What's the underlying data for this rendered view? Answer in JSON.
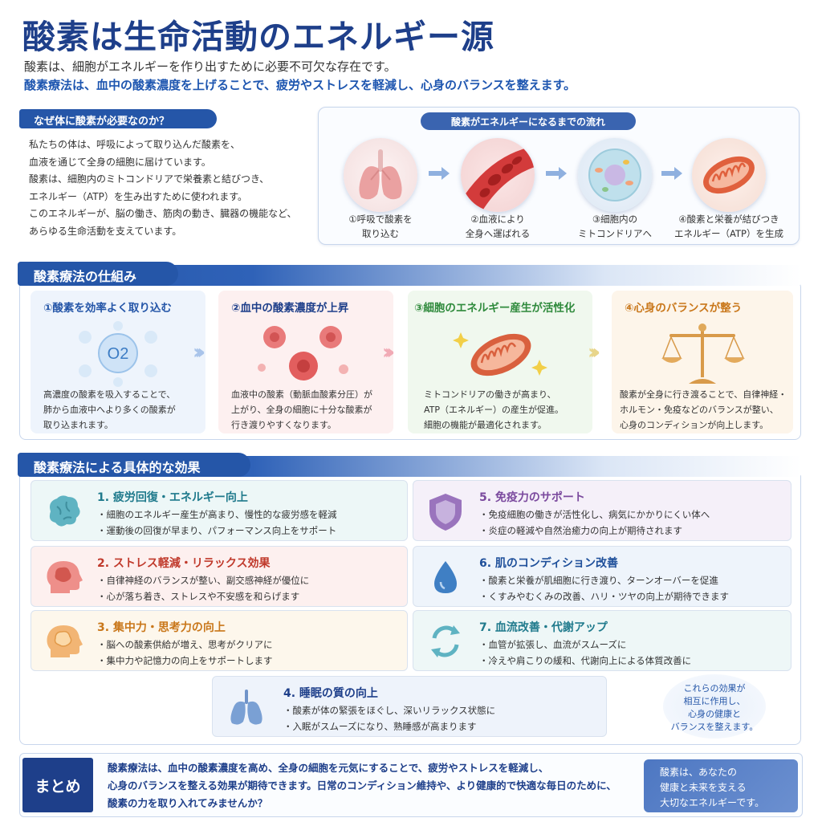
{
  "header": {
    "title": "酸素は生命活動のエネルギー源",
    "lead1": "酸素は、細胞がエネルギーを作り出すために必要不可欠な存在です。",
    "lead2": "酸素療法は、血中の酸素濃度を上げることで、疲労やストレスを軽減し、心身のバランスを整えます。"
  },
  "why": {
    "heading": "なぜ体に酸素が必要なのか？",
    "lines": [
      "私たちの体は、呼吸によって取り込んだ酸素を、",
      "血液を通じて全身の細胞に届けています。",
      "酸素は、細胞内のミトコンドリアで栄養素と結びつき、",
      "エネルギー（ATP）を生み出すために使われます。",
      "このエネルギーが、脳の働き、筋肉の動き、臓器の機能など、",
      "あらゆる生命活動を支えています。"
    ]
  },
  "flow": {
    "heading": "酸素がエネルギーになるまでの流れ",
    "steps": [
      {
        "icon": "lungs-icon",
        "line1": "①呼吸で酸素を",
        "line2": "取り込む"
      },
      {
        "icon": "blood-vessel-icon",
        "line1": "②血液により",
        "line2": "全身へ運ばれる"
      },
      {
        "icon": "cell-icon",
        "line1": "③細胞内の",
        "line2": "ミトコンドリアへ"
      },
      {
        "icon": "mitochondria-icon",
        "line1": "④酸素と栄養が結びつき",
        "line2": "エネルギー（ATP）を生成"
      }
    ]
  },
  "mechanism": {
    "heading": "酸素療法の仕組み",
    "o2_label": "O2",
    "cards": [
      {
        "title": "①酸素を効率よく取り込む",
        "color": "#2556a8",
        "bg": "#eef4fc",
        "lines": [
          "高濃度の酸素を吸入することで、",
          "肺から血液中へより多くの酸素が",
          "取り込まれます。"
        ]
      },
      {
        "title": "②血中の酸素濃度が上昇",
        "color": "#1e3f8a",
        "bg": "#fdf0f0",
        "lines": [
          "血液中の酸素（動脈血酸素分圧）が",
          "上がり、全身の細胞に十分な酸素が",
          "行き渡りやすくなります。"
        ]
      },
      {
        "title": "③細胞のエネルギー産生が活性化",
        "color": "#2f8a3c",
        "bg": "#f0f8ee",
        "lines": [
          "ミトコンドリアの働きが高まり、",
          "ATP（エネルギー）の産生が促進。",
          "細胞の機能が最適化されます。"
        ]
      },
      {
        "title": "④心身のバランスが整う",
        "color": "#c9771a",
        "bg": "#fdf5ea",
        "lines": [
          "酸素が全身に行き渡ることで、自律神経・",
          "ホルモン・免疫などのバランスが整い、",
          "心身のコンディションが向上します。"
        ]
      }
    ]
  },
  "effects": {
    "heading": "酸素療法による具体的な効果",
    "items": [
      {
        "title": "1. 疲労回復・エネルギー向上",
        "color": "#1f7a8c",
        "bg": "#edf7f7",
        "icon": "brain-icon",
        "lines": [
          "・細胞のエネルギー産生が高まり、慢性的な疲労感を軽減",
          "・運動後の回復が早まり、パフォーマンス向上をサポート"
        ]
      },
      {
        "title": "2. ストレス軽減・リラックス効果",
        "color": "#c0392b",
        "bg": "#fdf0ef",
        "icon": "head-brain-icon",
        "lines": [
          "・自律神経のバランスが整い、副交感神経が優位に",
          "・心が落ち着き、ストレスや不安感を和らげます"
        ]
      },
      {
        "title": "3. 集中力・思考力の向上",
        "color": "#c9771a",
        "bg": "#fdf7ec",
        "icon": "head-profile-icon",
        "lines": [
          "・脳への酸素供給が増え、思考がクリアに",
          "・集中力や記憶力の向上をサポートします"
        ]
      },
      {
        "title": "4. 睡眠の質の向上",
        "color": "#1e3f8a",
        "bg": "#eef3fb",
        "icon": "lungs-icon",
        "lines": [
          "・酸素が体の緊張をほぐし、深いリラックス状態に",
          "・入眠がスムーズになり、熟睡感が高まります"
        ]
      },
      {
        "title": "5. 免疫力のサポート",
        "color": "#7b4a9e",
        "bg": "#f5f0f9",
        "icon": "shield-icon",
        "lines": [
          "・免疫細胞の働きが活性化し、病気にかかりにくい体へ",
          "・炎症の軽減や自然治癒力の向上が期待されます"
        ]
      },
      {
        "title": "6. 肌のコンディション改善",
        "color": "#1e4f9a",
        "bg": "#eef4fb",
        "icon": "water-drop-icon",
        "lines": [
          "・酸素と栄養が肌細胞に行き渡り、ターンオーバーを促進",
          "・くすみやむくみの改善、ハリ・ツヤの向上が期待できます"
        ]
      },
      {
        "title": "7. 血流改善・代謝アップ",
        "color": "#1f7a8c",
        "bg": "#eef7f7",
        "icon": "cycle-arrows-icon",
        "lines": [
          "・血管が拡張し、血流がスムーズに",
          "・冷えや肩こりの緩和、代謝向上による体質改善に"
        ]
      }
    ],
    "side_note": [
      "これらの効果が",
      "相互に作用し、",
      "心身の健康と",
      "バランスを整えます。"
    ]
  },
  "summary": {
    "tag": "まとめ",
    "lines": [
      "酸素療法は、血中の酸素濃度を高め、全身の細胞を元気にすることで、疲労やストレスを軽減し、",
      "心身のバランスを整える効果が期待できます。日常のコンディション維持や、より健康的で快適な毎日のために、",
      "酸素の力を取り入れてみませんか？"
    ],
    "box": [
      "酸素は、あなたの",
      "健康と未来を支える",
      "大切なエネルギーです。"
    ]
  }
}
